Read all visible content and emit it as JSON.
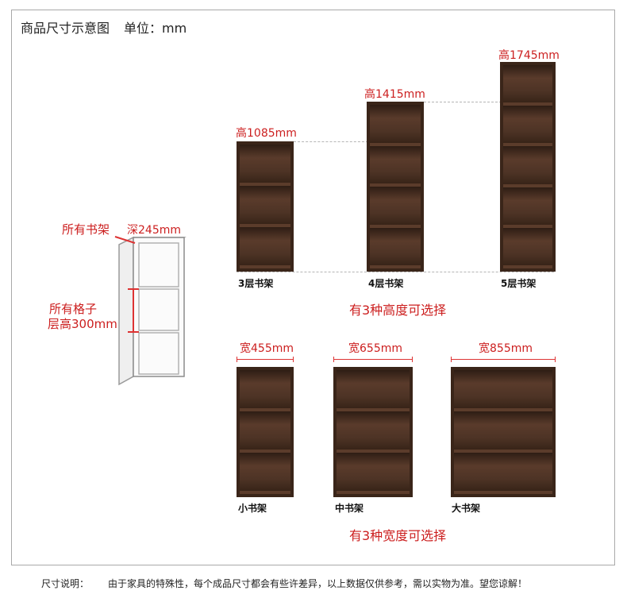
{
  "header": {
    "title": "商品尺寸示意图",
    "unit": "单位：mm"
  },
  "sketch": {
    "depth_name": "所有书架",
    "depth_value": "深245mm",
    "cell_line1": "所有格子",
    "cell_line2": "层高300mm"
  },
  "heights": {
    "items": [
      {
        "label": "高1085mm",
        "name": "3层书架",
        "tiers": 3
      },
      {
        "label": "高1415mm",
        "name": "4层书架",
        "tiers": 4
      },
      {
        "label": "高1745mm",
        "name": "5层书架",
        "tiers": 5
      }
    ],
    "caption": "有3种高度可选择"
  },
  "widths": {
    "items": [
      {
        "label": "宽455mm",
        "name": "小书架",
        "tiers": 3
      },
      {
        "label": "宽655mm",
        "name": "中书架",
        "tiers": 3
      },
      {
        "label": "宽855mm",
        "name": "大书架",
        "tiers": 3
      }
    ],
    "caption": "有3种宽度可选择"
  },
  "footer": {
    "head": "尺寸说明：",
    "text": "由于家具的特殊性，每个成品尺寸都会有些许差异，以上数据仅供参考，需以实物为准。望您谅解！"
  },
  "colors": {
    "accent_red": "#cc1f1f",
    "wood_dark": "#3a2519",
    "frame_border": "#a9a9a9"
  }
}
